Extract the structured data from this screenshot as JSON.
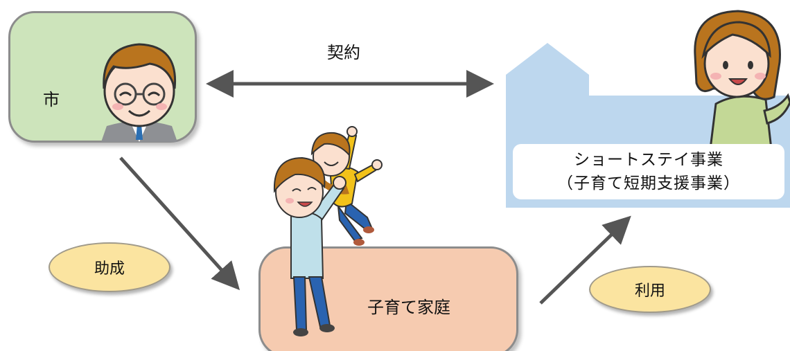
{
  "nodes": {
    "city": "市",
    "family": "子育て家庭",
    "service_line1": "ショートステイ事業",
    "service_line2": "（子育て短期支援事業）"
  },
  "edges": {
    "contract": "契約",
    "subsidy": "助成",
    "use": "利用"
  },
  "colors": {
    "city_box": "#cde4bb",
    "family_box": "#f6cbb0",
    "service_building": "#bdd7ee",
    "oval": "#fbe4a0",
    "arrow": "#555555"
  },
  "icons": [
    "man-with-glasses-icon",
    "parent-lifting-child-icon",
    "staff-woman-icon"
  ]
}
